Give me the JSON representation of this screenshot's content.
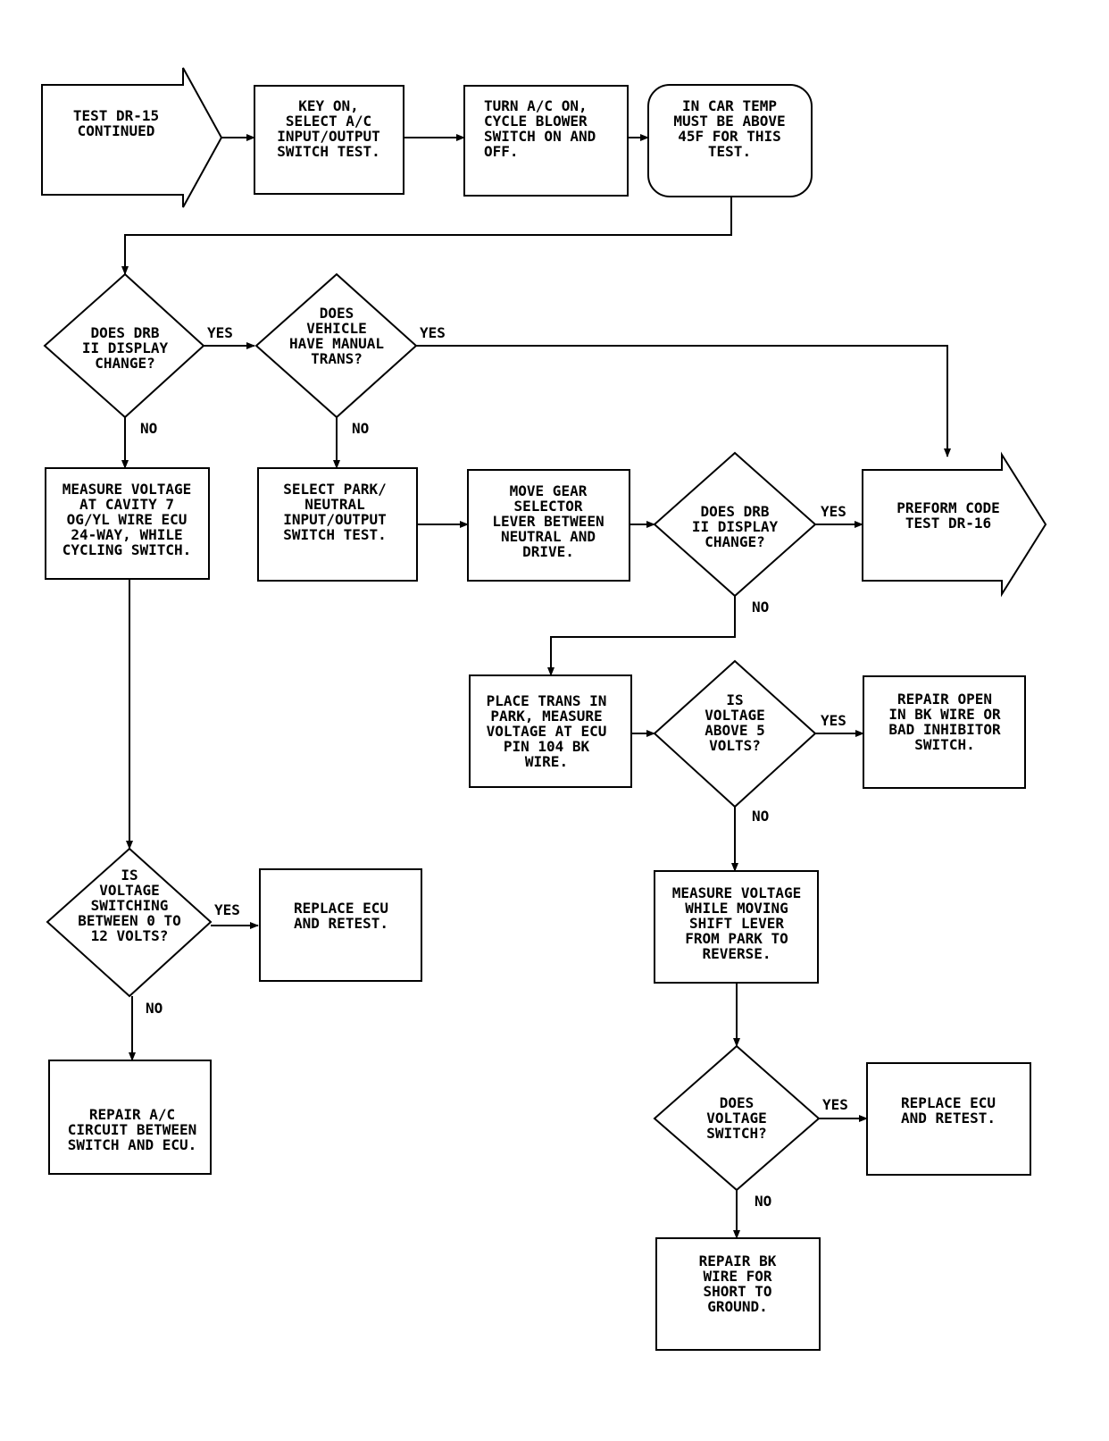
{
  "nodes": {
    "start": [
      "TEST DR-15",
      "CONTINUED"
    ],
    "key_on": [
      "KEY ON,",
      "SELECT A/C",
      "INPUT/OUTPUT",
      "SWITCH TEST."
    ],
    "turn_ac": [
      "TURN A/C ON,",
      "CYCLE BLOWER",
      "SWITCH ON AND",
      "OFF."
    ],
    "car_temp": [
      "IN CAR TEMP",
      "MUST BE ABOVE",
      "45F FOR THIS",
      "TEST."
    ],
    "drb_change_1": [
      "DOES DRB",
      "II DISPLAY",
      "CHANGE?"
    ],
    "manual_trans": [
      "DOES",
      "VEHICLE",
      "HAVE MANUAL",
      "TRANS?"
    ],
    "measure_cavity": [
      "MEASURE VOLTAGE",
      "AT CAVITY 7",
      "OG/YL WIRE ECU",
      "24-WAY, WHILE",
      "CYCLING SWITCH."
    ],
    "select_park": [
      "SELECT PARK/",
      "NEUTRAL",
      "INPUT/OUTPUT",
      "SWITCH TEST."
    ],
    "move_gear": [
      "MOVE GEAR",
      "SELECTOR",
      "LEVER BETWEEN",
      "NEUTRAL AND",
      "DRIVE."
    ],
    "drb_change_2": [
      "DOES DRB",
      "II DISPLAY",
      "CHANGE?"
    ],
    "dr16": [
      "PREFORM CODE",
      "TEST DR-16"
    ],
    "place_trans": [
      "PLACE TRANS IN",
      "PARK, MEASURE",
      "VOLTAGE AT ECU",
      "PIN 104 BK",
      "WIRE."
    ],
    "above_5": [
      "IS",
      "VOLTAGE",
      "ABOVE 5",
      "VOLTS?"
    ],
    "repair_open": [
      "REPAIR OPEN",
      "IN BK WIRE OR",
      "BAD INHIBITOR",
      "SWITCH."
    ],
    "switching_12": [
      "IS",
      "VOLTAGE",
      "SWITCHING",
      "BETWEEN 0 TO",
      "12 VOLTS?"
    ],
    "replace_ecu_1": [
      "REPLACE ECU",
      "AND RETEST."
    ],
    "measure_shift": [
      "MEASURE VOLTAGE",
      "WHILE MOVING",
      "SHIFT LEVER",
      "FROM PARK TO",
      "REVERSE."
    ],
    "repair_ac": [
      "REPAIR A/C",
      "CIRCUIT BETWEEN",
      "SWITCH AND ECU."
    ],
    "voltage_switch": [
      "DOES",
      "VOLTAGE",
      "SWITCH?"
    ],
    "replace_ecu_2": [
      "REPLACE ECU",
      "AND RETEST."
    ],
    "repair_bk": [
      "REPAIR BK",
      "WIRE FOR",
      "SHORT TO",
      "GROUND."
    ]
  },
  "edge_labels": {
    "drb1_yes": "YES",
    "drb1_no": "NO",
    "manual_yes": "YES",
    "manual_no": "NO",
    "drb2_yes": "YES",
    "drb2_no": "NO",
    "above5_yes": "YES",
    "above5_no": "NO",
    "switching_yes": "YES",
    "switching_no": "NO",
    "vswitch_yes": "YES",
    "vswitch_no": "NO"
  }
}
